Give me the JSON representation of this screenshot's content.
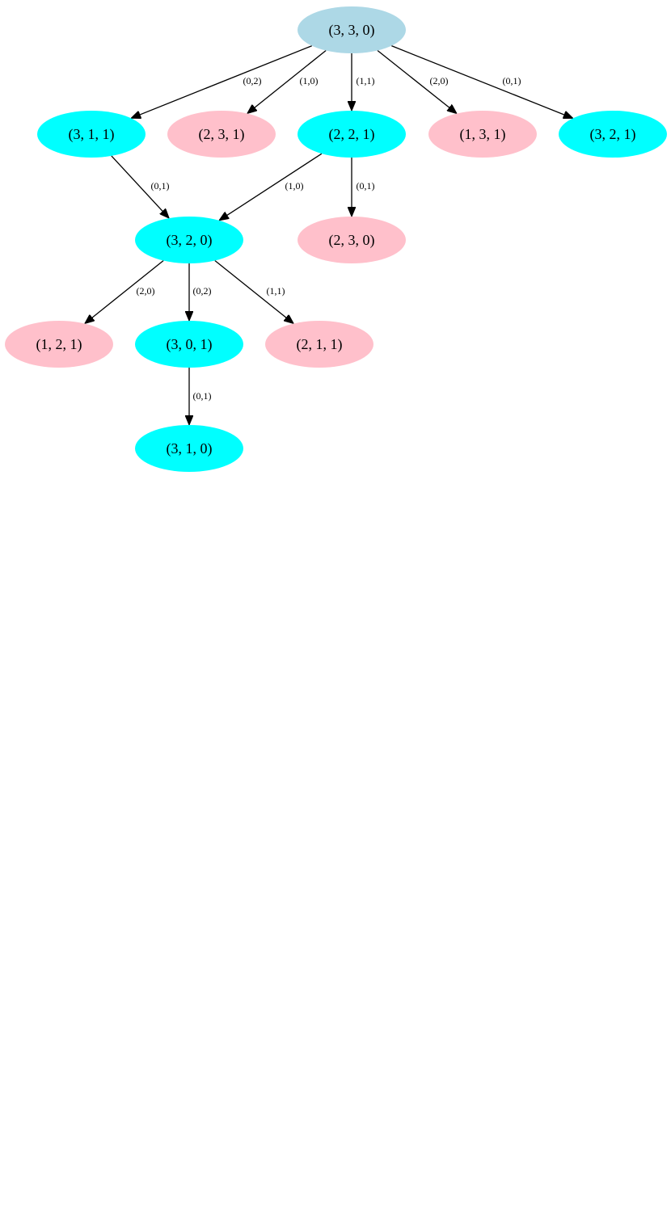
{
  "palette": {
    "root": "#add8e6",
    "safe": "#00ffff",
    "unsafe": "#ffc0cb"
  },
  "nodes": [
    {
      "id": "n330",
      "label": "(3, 3, 0)",
      "kind": "root"
    },
    {
      "id": "n311",
      "label": "(3, 1, 1)",
      "kind": "safe"
    },
    {
      "id": "n231",
      "label": "(2, 3, 1)",
      "kind": "unsafe"
    },
    {
      "id": "n221",
      "label": "(2, 2, 1)",
      "kind": "safe"
    },
    {
      "id": "n131",
      "label": "(1, 3, 1)",
      "kind": "unsafe"
    },
    {
      "id": "n321",
      "label": "(3, 2, 1)",
      "kind": "safe"
    },
    {
      "id": "n320",
      "label": "(3, 2, 0)",
      "kind": "safe"
    },
    {
      "id": "n230",
      "label": "(2, 3, 0)",
      "kind": "unsafe"
    },
    {
      "id": "n121",
      "label": "(1, 2, 1)",
      "kind": "unsafe"
    },
    {
      "id": "n301",
      "label": "(3, 0, 1)",
      "kind": "safe"
    },
    {
      "id": "n211",
      "label": "(2, 1, 1)",
      "kind": "unsafe"
    },
    {
      "id": "n310",
      "label": "(3, 1, 0)",
      "kind": "safe"
    }
  ],
  "edges": [
    {
      "from": "n330",
      "to": "n311",
      "label": "(0,2)"
    },
    {
      "from": "n330",
      "to": "n231",
      "label": "(1,0)"
    },
    {
      "from": "n330",
      "to": "n221",
      "label": "(1,1)"
    },
    {
      "from": "n330",
      "to": "n131",
      "label": "(2,0)"
    },
    {
      "from": "n330",
      "to": "n321",
      "label": "(0,1)"
    },
    {
      "from": "n311",
      "to": "n320",
      "label": "(0,1)"
    },
    {
      "from": "n221",
      "to": "n320",
      "label": "(1,0)"
    },
    {
      "from": "n221",
      "to": "n230",
      "label": "(0,1)"
    },
    {
      "from": "n320",
      "to": "n121",
      "label": "(2,0)"
    },
    {
      "from": "n320",
      "to": "n301",
      "label": "(0,2)"
    },
    {
      "from": "n320",
      "to": "n211",
      "label": "(1,1)"
    },
    {
      "from": "n301",
      "to": "n310",
      "label": "(0,1)"
    }
  ]
}
